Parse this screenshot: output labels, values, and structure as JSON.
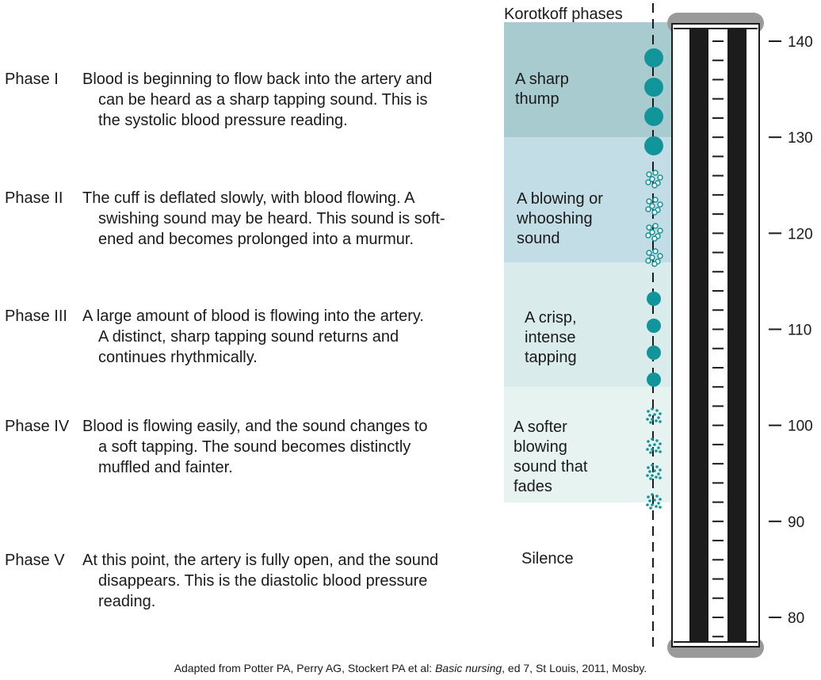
{
  "header": "Korotkoff phases",
  "phases": [
    {
      "label": "Phase I",
      "lines": [
        "Blood is beginning to flow back into the artery and",
        "can be heard as a sharp tapping sound. This is",
        "the systolic blood pressure reading."
      ],
      "sound": [
        "A sharp",
        "thump"
      ],
      "band_color": "#a7cbcf",
      "marker": "dot",
      "range": [
        130,
        142
      ]
    },
    {
      "label": "Phase II",
      "lines": [
        "The cuff is deflated slowly, with blood flowing. A",
        "swishing sound may be heard. This sound is soft-",
        "ened and becomes prolonged into a murmur."
      ],
      "sound": [
        "A blowing or",
        "whooshing",
        "sound"
      ],
      "band_color": "#c3dde6",
      "marker": "bubbles",
      "range": [
        117,
        130
      ]
    },
    {
      "label": "Phase III",
      "lines": [
        "A large amount of blood is flowing into the artery.",
        "A distinct, sharp tapping sound returns and",
        "continues rhythmically."
      ],
      "sound": [
        "A crisp,",
        "intense",
        "tapping"
      ],
      "band_color": "#d9ebea",
      "marker": "dot-small",
      "range": [
        104,
        117
      ]
    },
    {
      "label": "Phase IV",
      "lines": [
        "Blood is flowing easily, and the sound changes to",
        "a soft tapping. The sound becomes distinctly",
        "muffled and fainter."
      ],
      "sound": [
        "A softer",
        "blowing",
        "sound that",
        "fades"
      ],
      "band_color": "#e7f3f1",
      "marker": "speckles",
      "range": [
        92,
        104
      ]
    },
    {
      "label": "Phase V",
      "lines": [
        "At this point, the artery is fully open, and the sound",
        "disappears. This is the diastolic blood pressure",
        "reading."
      ],
      "sound": [
        "Silence"
      ],
      "band_color": "#ffffff",
      "marker": "none",
      "range": [
        77,
        92
      ]
    }
  ],
  "scale": {
    "ticks": [
      140,
      130,
      120,
      110,
      100,
      90,
      80
    ],
    "min_tick": 140,
    "max_tick": 80
  },
  "credit": {
    "prefix": "Adapted from Potter PA, Perry AG, Stockert PA et al: ",
    "book": "Basic nursing",
    "suffix": ", ed 7, St Louis, 2011, Mosby."
  },
  "colors": {
    "marker": "#11959b",
    "column_dark": "#1c1c1c",
    "cap": "#9a9a9a"
  }
}
